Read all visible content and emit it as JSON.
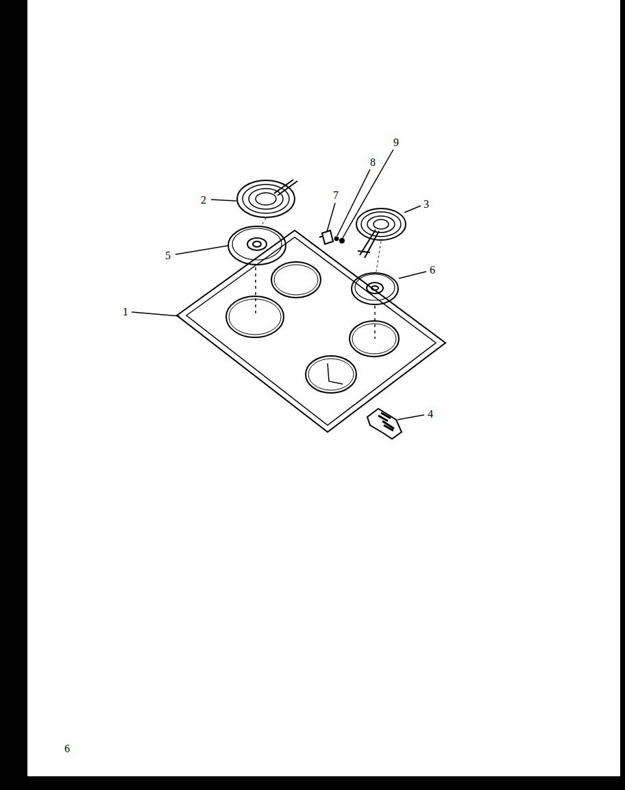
{
  "diagram": {
    "labels": [
      "9",
      "8",
      "7",
      "2",
      "3",
      "5",
      "6",
      "1",
      "4",
      "6"
    ]
  }
}
